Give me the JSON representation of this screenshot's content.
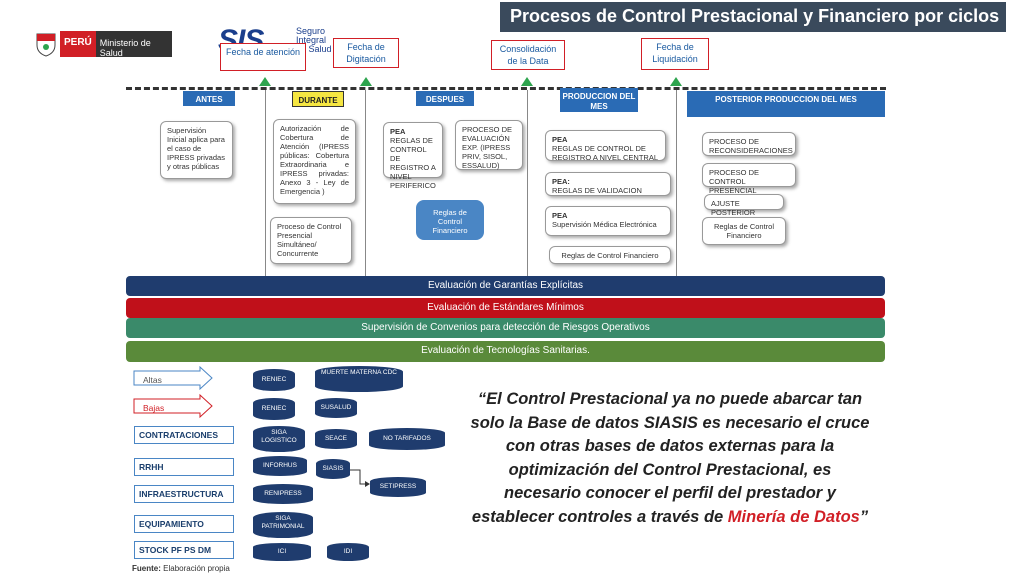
{
  "header": {
    "title": "Procesos de Control Prestacional y Financiero por ciclos",
    "peru_label": "PERÚ",
    "ministry_label": "Ministerio de Salud",
    "sis_logo": "SIS",
    "sis_tagline_1": "Seguro",
    "sis_tagline_2": "Integral",
    "sis_tagline_3": "de Salud"
  },
  "milestones": {
    "fecha_atencion": "Fecha de atención",
    "fecha_digitacion": "Fecha de Digitación",
    "consolidacion": "Consolidación de la Data",
    "fecha_liquidacion": "Fecha de Liquidación"
  },
  "phases": {
    "antes": "ANTES",
    "durante": "DURANTE",
    "despues": "DESPUES",
    "produccion": "PRODUCCION DEL MES",
    "posterior": "POSTERIOR PRODUCCION DEL MES"
  },
  "boxes": {
    "supervision": "Supervisión Inicial aplica para el caso de IPRESS privadas y otras públicas",
    "autorizacion": "Autorización de Cobertura de Atención (IPRESS públicas: Cobertura Extraordinaria e IPRESS privadas: Anexo 3 - Ley de Emergencia )",
    "proceso_presencial": "Proceso de Control Presencial Simultáneo/ Concurrente",
    "pea_reglas_bold": "PEA",
    "pea_reglas": "REGLAS DE CONTROL DE REGISTRO A NIVEL PERIFERICO",
    "proceso_evaluacion": "PROCESO DE EVALUACIÓN EXP. (IPRESS PRIV, SISOL, ESSALUD)",
    "reglas_control_financiero": "Reglas de Control Financiero",
    "pea_central_bold": "PEA",
    "pea_central": "REGLAS DE CONTROL DE REGISTRO A NIVEL CENTRAL",
    "pea_validacion_bold": "PEA:",
    "pea_validacion": "REGLAS DE VALIDACION",
    "pea_supervision_bold": "PEA",
    "pea_supervision": "Supervisión Médica Electrónica",
    "reglas_financiero_2": "Reglas de Control Financiero",
    "reconsideraciones": "PROCESO DE RECONSIDERACIONES",
    "control_presencial_posterior": "PROCESO DE CONTROL PRESENCIAL POSTERIOR",
    "ajuste_posterior": "AJUSTE POSTERIOR",
    "reglas_financiero_3": "Reglas de Control Financiero"
  },
  "bands": {
    "garantias": "Evaluación de Garantías Explícitas",
    "estandares": "Evaluación de Estándares Mínimos",
    "convenios": "Supervisión de Convenios para detección de Riesgos Operativos",
    "tecnologias": "Evaluación de Tecnologías Sanitarias."
  },
  "categories": {
    "altas": "Altas",
    "bajas": "Bajas",
    "contrataciones": "CONTRATACIONES",
    "rrhh": "RRHH",
    "infraestructura": "INFRAESTRUCTURA",
    "equipamiento": "EQUIPAMIENTO",
    "stock": "STOCK PF PS DM"
  },
  "databases": {
    "reniec_1": "RENIEC",
    "muerte": "MUERTE MATERNA CDC",
    "reniec_2": "RENIEC",
    "susalud": "SUSALUD",
    "siga_logistico": "SIGA LOGISTICO",
    "seace": "SEACE",
    "no_tarifados": "NO TARIFADOS",
    "inforhus": "INFORHUS",
    "siasis": "SIASIS",
    "setipress": "SETIPRESS",
    "renipress": "RENIPRESS",
    "siga_patrimonial": "SIGA PATRIMONIAL",
    "ici": "ICI",
    "idi": "IDI"
  },
  "quote": {
    "text": "“El Control Prestacional ya no puede abarcar tan solo la Base de datos SIASIS es necesario el cruce con otras bases de datos externas para la optimización del Control Prestacional, es necesario conocer el perfil del prestador y establecer controles a través de",
    "highlight": "Minería de Datos",
    "end": "”"
  },
  "source": {
    "label": "Fuente:",
    "text": "Elaboración propia"
  },
  "colors": {
    "title_bg": "#3a4a5c",
    "phase_blue": "#2a6bb5",
    "band_navy": "#1f3c6e",
    "band_red": "#c0101a",
    "band_teal": "#3a8a6a",
    "band_green": "#5a8a3a",
    "accent_red": "#d11f26",
    "durante_yellow": "#f5e642"
  }
}
